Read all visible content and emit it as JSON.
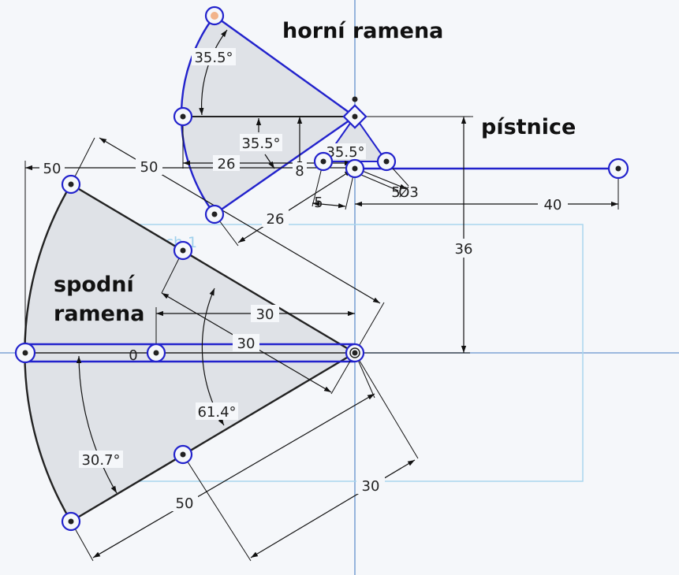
{
  "labels": {
    "top_arms": "horní ramena",
    "piston_rod": "pístnice",
    "bottom_arms_line1": "spodní",
    "bottom_arms_line2": "ramena",
    "sketch": "Sketch 1"
  },
  "dimensions": {
    "d_top_angle_outer": "35.5°",
    "d_top_angle_inner": "35.5°",
    "d_small_angle": "35.5°",
    "d_top_26_h": "26",
    "d_top_26_diag": "26",
    "d_8": "8",
    "d_5": "5",
    "d_5b": "5",
    "d_dia3": "Ø3",
    "d_40": "40",
    "d_36": "36",
    "d_50_left": "50",
    "d_50_diag_top": "50",
    "d_50_diag_bottom": "50",
    "d_30_h": "30",
    "d_30_diag": "30",
    "d_30_lower": "30",
    "d_0": "0",
    "d_61": "61.4°",
    "d_30_7": "30.7°"
  },
  "colors": {
    "sketch_blue": "#2222cc",
    "sketch_fill": "#dfe2e7",
    "axis_blue": "#7fa4d4",
    "sketch_box": "#a9d5ee",
    "dimension_line": "#111111",
    "highlight_point": "#f2b48a"
  }
}
